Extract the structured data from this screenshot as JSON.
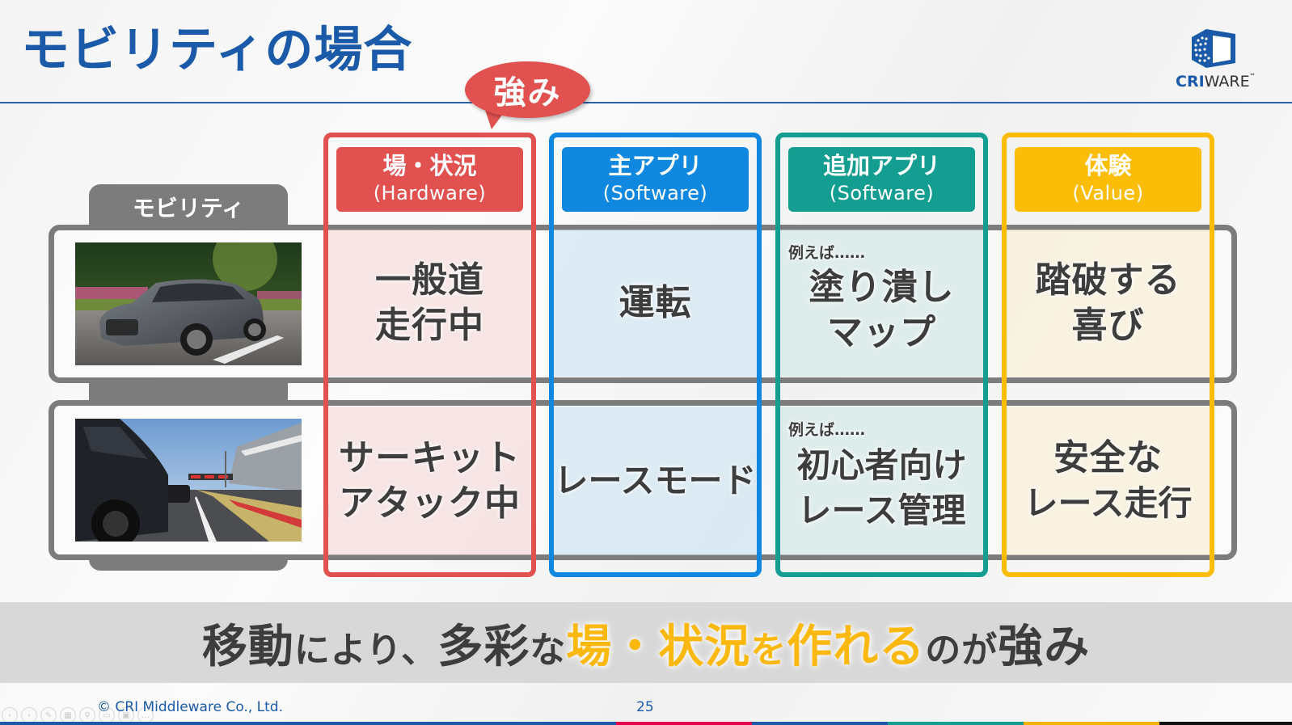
{
  "slide": {
    "title": "モビリティの場合",
    "page_number": "25",
    "copyright": "© CRI Middleware Co., Ltd."
  },
  "logo": {
    "brand_prefix": "CRI",
    "brand_suffix": "WARE",
    "trademark": "™",
    "icon": "criware-cube-icon",
    "colors": {
      "primary": "#1a5aa8",
      "text": "#333333"
    }
  },
  "callout": {
    "label": "強み",
    "color": "#e0514f"
  },
  "row_header": {
    "label": "モビリティ"
  },
  "rows": [
    {
      "image": "sedan-driving-on-road-photo",
      "image_alt": "一般道を走る乗用車"
    },
    {
      "image": "car-on-race-circuit-photo",
      "image_alt": "サーキットを走る車"
    }
  ],
  "columns": [
    {
      "title": "場・状況",
      "subtitle": "(Hardware)",
      "color": "#e0514f",
      "cells": [
        {
          "note": "",
          "text_lines": [
            "一般道",
            "走行中"
          ]
        },
        {
          "note": "",
          "text_lines": [
            "サーキット",
            "アタック中"
          ]
        }
      ]
    },
    {
      "title": "主アプリ",
      "subtitle": "(Software)",
      "color": "#1188e0",
      "cells": [
        {
          "note": "",
          "text_lines": [
            "運転"
          ]
        },
        {
          "note": "",
          "text_lines": [
            "レースモード"
          ]
        }
      ]
    },
    {
      "title": "追加アプリ",
      "subtitle": "(Software)",
      "color": "#139e91",
      "cells": [
        {
          "note": "例えば……",
          "text_lines": [
            "塗り潰し",
            "マップ"
          ]
        },
        {
          "note": "例えば……",
          "text_lines": [
            "初心者向け",
            "レース管理"
          ]
        }
      ]
    },
    {
      "title": "体験",
      "subtitle": "(Value)",
      "color": "#fbbd08",
      "cells": [
        {
          "note": "",
          "text_lines": [
            "踏破する",
            "喜び"
          ]
        },
        {
          "note": "",
          "text_lines": [
            "安全な",
            "レース走行"
          ]
        }
      ]
    }
  ],
  "banner": {
    "part1": "移動",
    "part2": "により、",
    "part3": "多彩",
    "part4": "な",
    "highlight1": "場・状況",
    "part5": "を",
    "highlight2": "作れる",
    "part6": "のが",
    "part7": "強み",
    "highlight_color": "#fbb80f"
  },
  "presenter_toolbar": {
    "buttons": [
      {
        "icon": "previous-icon",
        "glyph": "‹"
      },
      {
        "icon": "next-icon",
        "glyph": "›"
      },
      {
        "icon": "pen-icon",
        "glyph": "✎"
      },
      {
        "icon": "slides-grid-icon",
        "glyph": "▦"
      },
      {
        "icon": "zoom-icon",
        "glyph": "⚲"
      },
      {
        "icon": "screen-icon",
        "glyph": "▭"
      },
      {
        "icon": "subtitles-icon",
        "glyph": "▣"
      },
      {
        "icon": "more-icon",
        "glyph": "…"
      }
    ]
  },
  "footer_stripe": [
    "#1a5aa8",
    "#e6004c",
    "#1a5aa8",
    "#139e91",
    "#f5b300",
    "#111111"
  ]
}
